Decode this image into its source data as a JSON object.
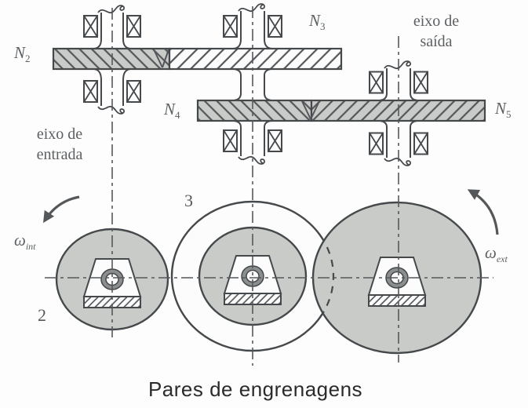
{
  "diagram": {
    "caption": "Pares de engrenagens",
    "labels": {
      "n2": {
        "base": "N",
        "sub": "2"
      },
      "n3": {
        "base": "N",
        "sub": "3"
      },
      "n4": {
        "base": "N",
        "sub": "4"
      },
      "n5": {
        "base": "N",
        "sub": "5"
      },
      "input_shaft": {
        "line1": "eixo de",
        "line2": "entrada"
      },
      "output_shaft": {
        "line1": "eixo de",
        "line2": "saída"
      },
      "omega_in": {
        "base": "ω",
        "sub": "int"
      },
      "omega_out": {
        "base": "ω",
        "sub": "ext"
      },
      "gear2_number": "2",
      "gear3_number": "3"
    },
    "colors": {
      "background": "#fdfdfd",
      "gear_fill": "#c9cbc8",
      "line": "#46494c",
      "centerline": "#55585b",
      "hub_ring": "#8b8e8f",
      "label_text": "#5c6063",
      "caption_text": "#2b2b2b"
    }
  }
}
